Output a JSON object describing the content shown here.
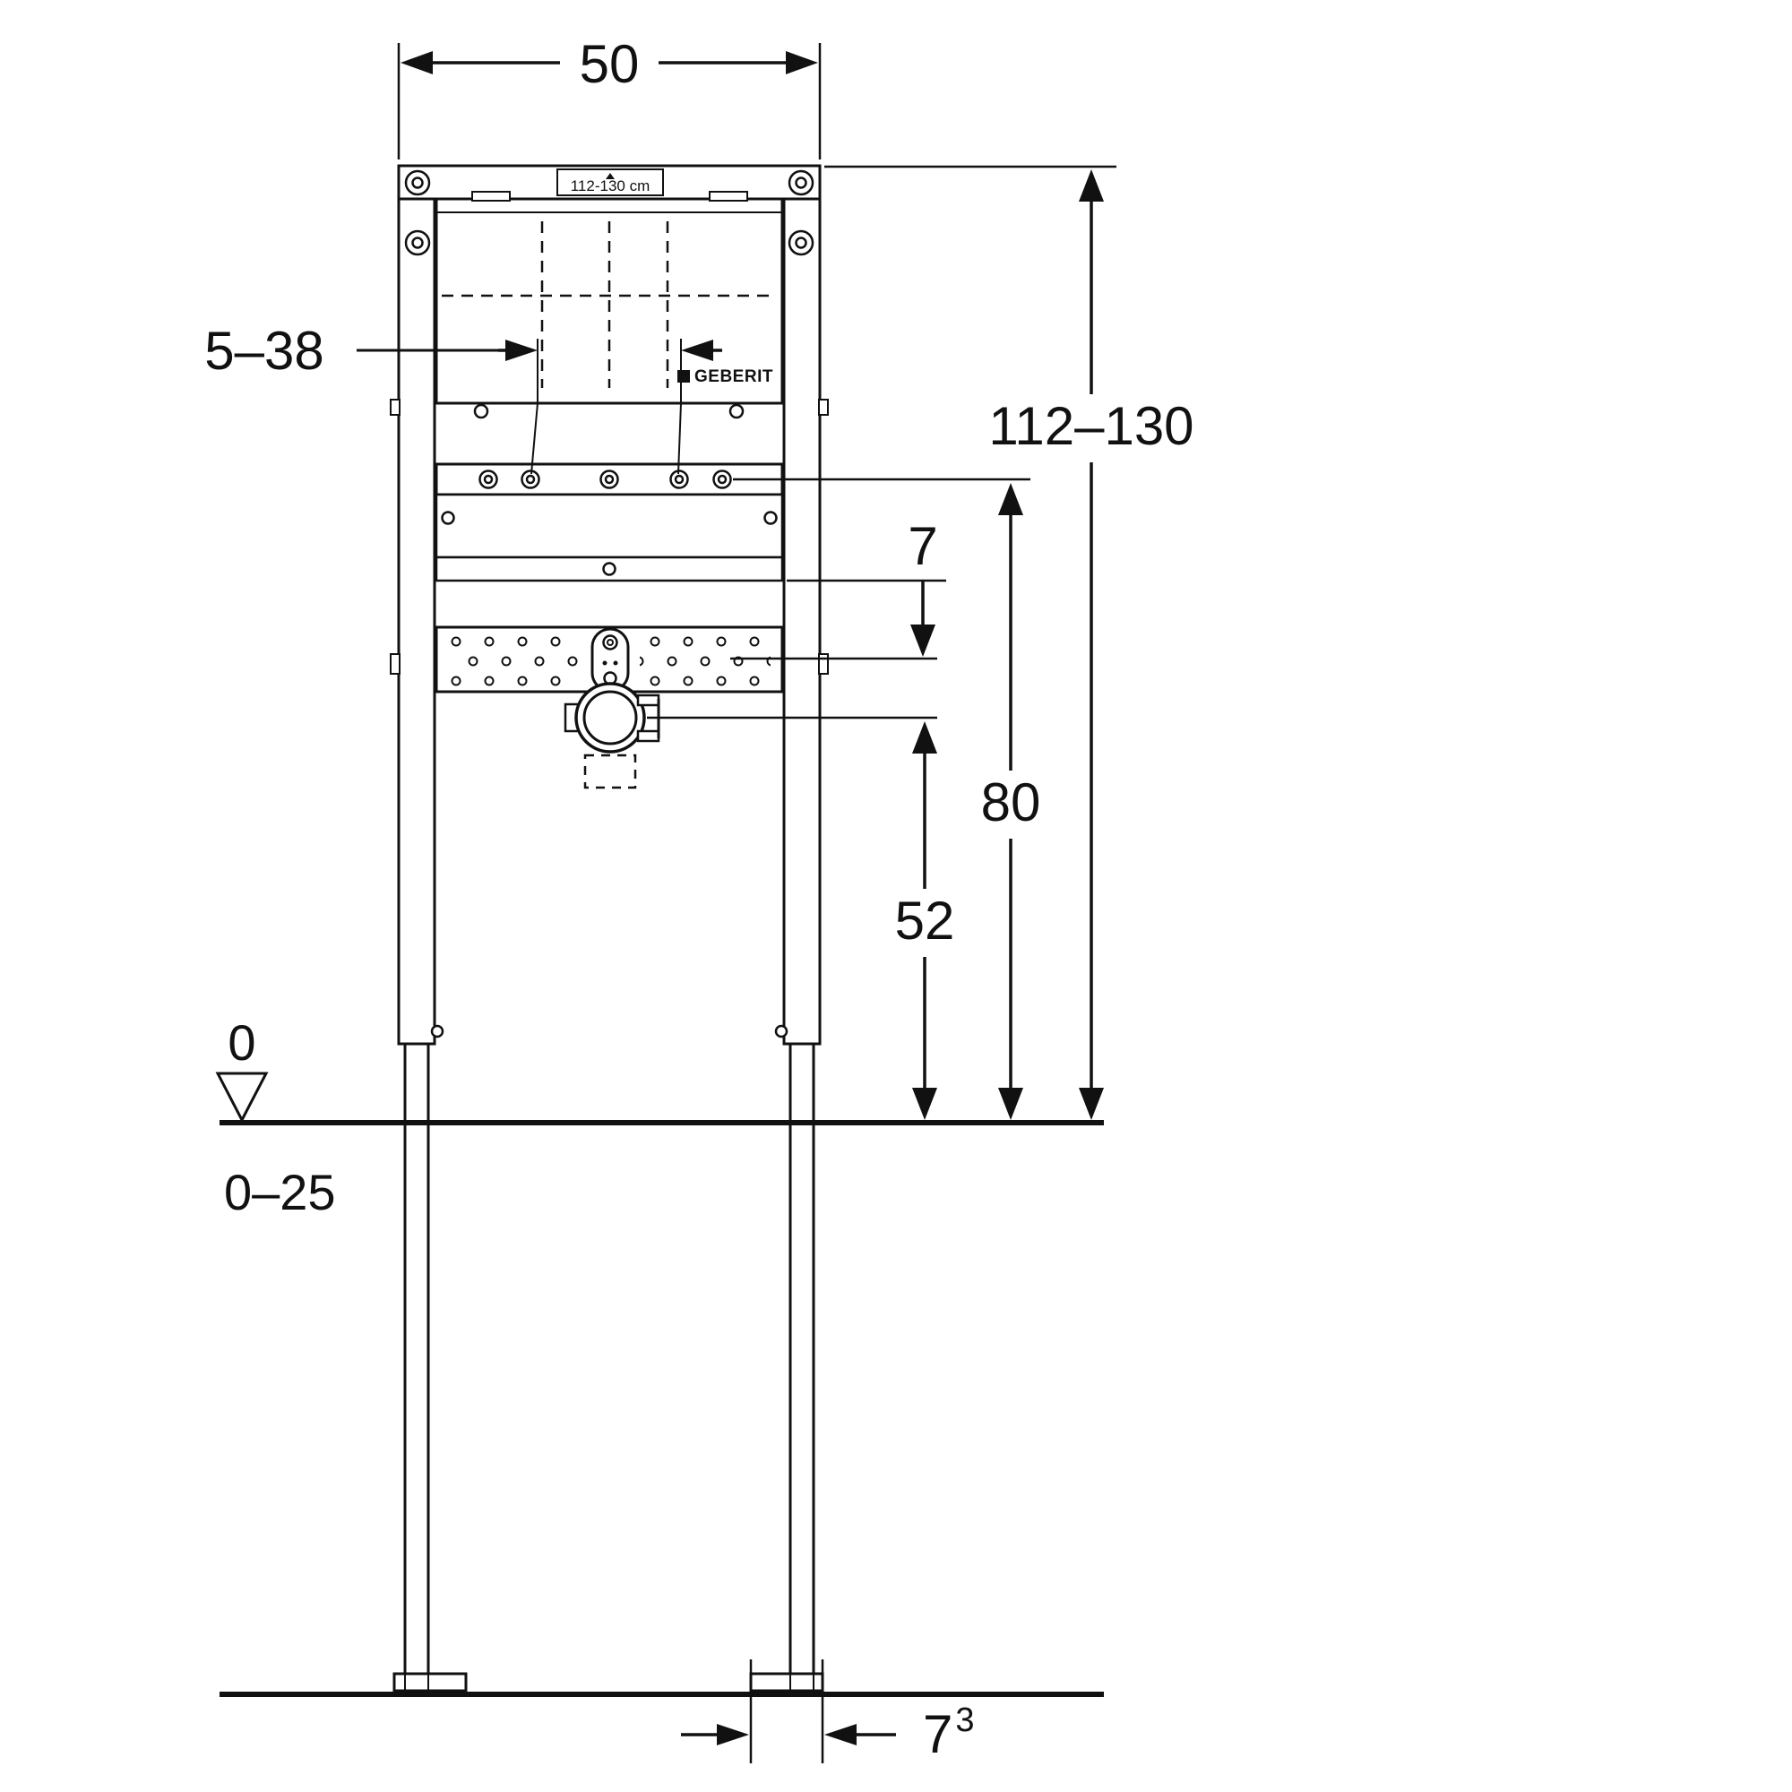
{
  "drawing_type": "technical-installation-diagram",
  "frame": {
    "brand": "GEBERIT",
    "adjustment_label": "112-130 cm"
  },
  "dims": {
    "width": "50",
    "plate_range": "5–38",
    "height_range": "112–130",
    "offset_top": "7",
    "supply_height": "80",
    "drain_height": "52",
    "floor_zero": "0",
    "floor_buildup": "0–25",
    "foot_depth_value": "7",
    "foot_depth_sup": "3"
  },
  "colors": {
    "line": "#111111",
    "background": "#ffffff"
  }
}
